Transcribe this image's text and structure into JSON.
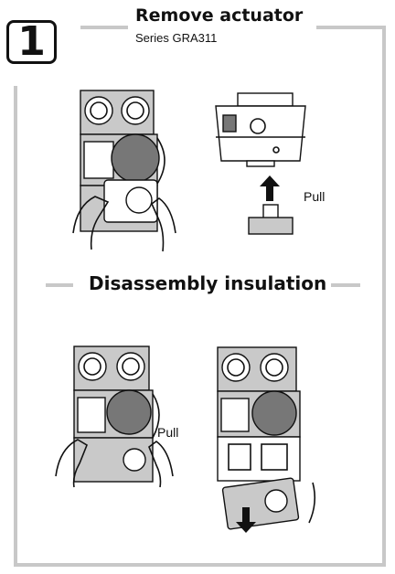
{
  "step": {
    "number": "1"
  },
  "header": {
    "title": "Remove actuator",
    "subtitle": "Series GRA311"
  },
  "section": {
    "title": "Disassembly insulation"
  },
  "labels": {
    "pull_top": "Pull",
    "pull_bottom": "Pull"
  },
  "colors": {
    "frame": "#c8c8c8",
    "ink": "#111111",
    "shade": "#777777"
  },
  "icons": [
    "arrow-up-icon",
    "arrow-down-icon"
  ]
}
